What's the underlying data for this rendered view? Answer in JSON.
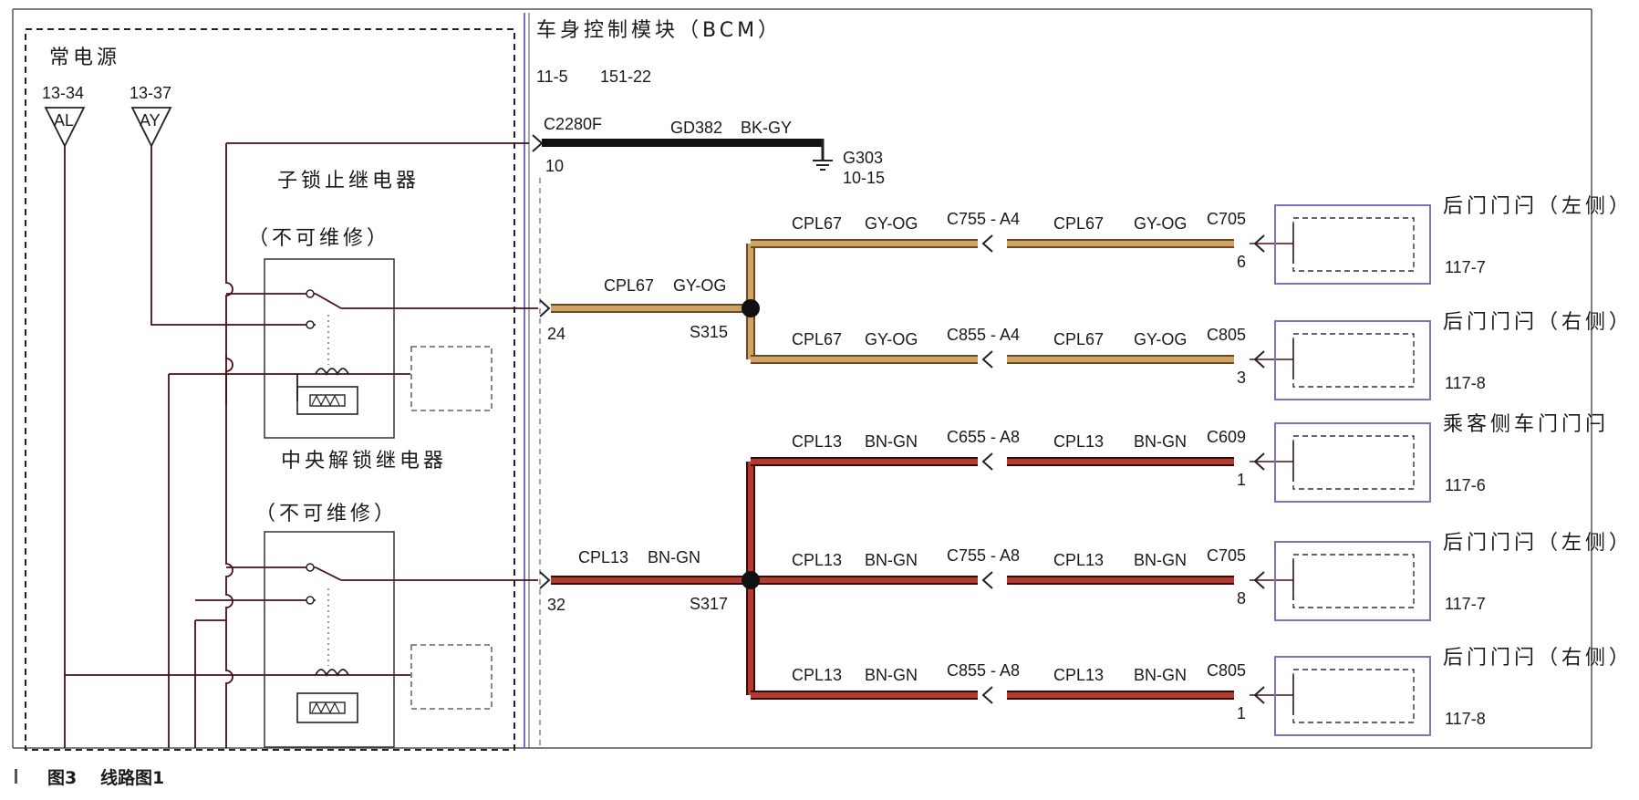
{
  "colors": {
    "frame": "#444444",
    "bcm_border": "#7070c0",
    "wire_thin": "#4a0f14",
    "gd382": "#111111",
    "cpl67_outer": "#6b4a1e",
    "cpl67_inner": "#d0a466",
    "cpl13_outer": "#3a0a0a",
    "cpl13_inner": "#b33a2e",
    "module_border": "#7d72bf",
    "background": "#ffffff"
  },
  "left": {
    "power_label": "常电源",
    "fuse1": {
      "ref": "13-34",
      "tag": "AL"
    },
    "fuse2": {
      "ref": "13-37",
      "tag": "AY"
    },
    "relay1": {
      "title": "子锁止继电器",
      "note": "（不可维修）"
    },
    "relay2": {
      "title": "中央解锁继电器",
      "note": "（不可维修）"
    }
  },
  "bcm": {
    "title": "车身控制模块（BCM）",
    "ref1": "11-5",
    "ref2": "151-22",
    "connector": "C2280F",
    "ground_circuit": "GD382",
    "ground_color": "BK-GY",
    "ground_pin": "10",
    "ground_id": "G303",
    "ground_ref": "10-15",
    "pin_a": "24",
    "pin_b": "32"
  },
  "group_a": {
    "circuit": "CPL67",
    "color": "GY-OG",
    "splice": "S315",
    "branches": [
      {
        "circuit": "CPL67",
        "color": "GY-OG",
        "inline": "C755 - A4",
        "circuit2": "CPL67",
        "color2": "GY-OG",
        "connector": "C705",
        "pin": "6",
        "device": "后门门闩（左侧）",
        "ref": "117-7"
      },
      {
        "circuit": "CPL67",
        "color": "GY-OG",
        "inline": "C855 - A4",
        "circuit2": "CPL67",
        "color2": "GY-OG",
        "connector": "C805",
        "pin": "3",
        "device": "后门门闩（右侧）",
        "ref": "117-8"
      }
    ]
  },
  "group_b": {
    "circuit": "CPL13",
    "color": "BN-GN",
    "splice": "S317",
    "branches": [
      {
        "circuit": "CPL13",
        "color": "BN-GN",
        "inline": "C655 - A8",
        "circuit2": "CPL13",
        "color2": "BN-GN",
        "connector": "C609",
        "pin": "1",
        "device": "乘客侧车门门闩",
        "ref": "117-6"
      },
      {
        "circuit": "CPL13",
        "color": "BN-GN",
        "inline": "C755 - A8",
        "circuit2": "CPL13",
        "color2": "BN-GN",
        "connector": "C705",
        "pin": "8",
        "device": "后门门闩（左侧）",
        "ref": "117-7"
      },
      {
        "circuit": "CPL13",
        "color": "BN-GN",
        "inline": "C855 - A8",
        "circuit2": "CPL13",
        "color2": "BN-GN",
        "connector": "C805",
        "pin": "1",
        "device": "后门门闩（右侧）",
        "ref": "117-8"
      }
    ]
  },
  "caption": {
    "figure": "图3",
    "title": "线路图1"
  }
}
